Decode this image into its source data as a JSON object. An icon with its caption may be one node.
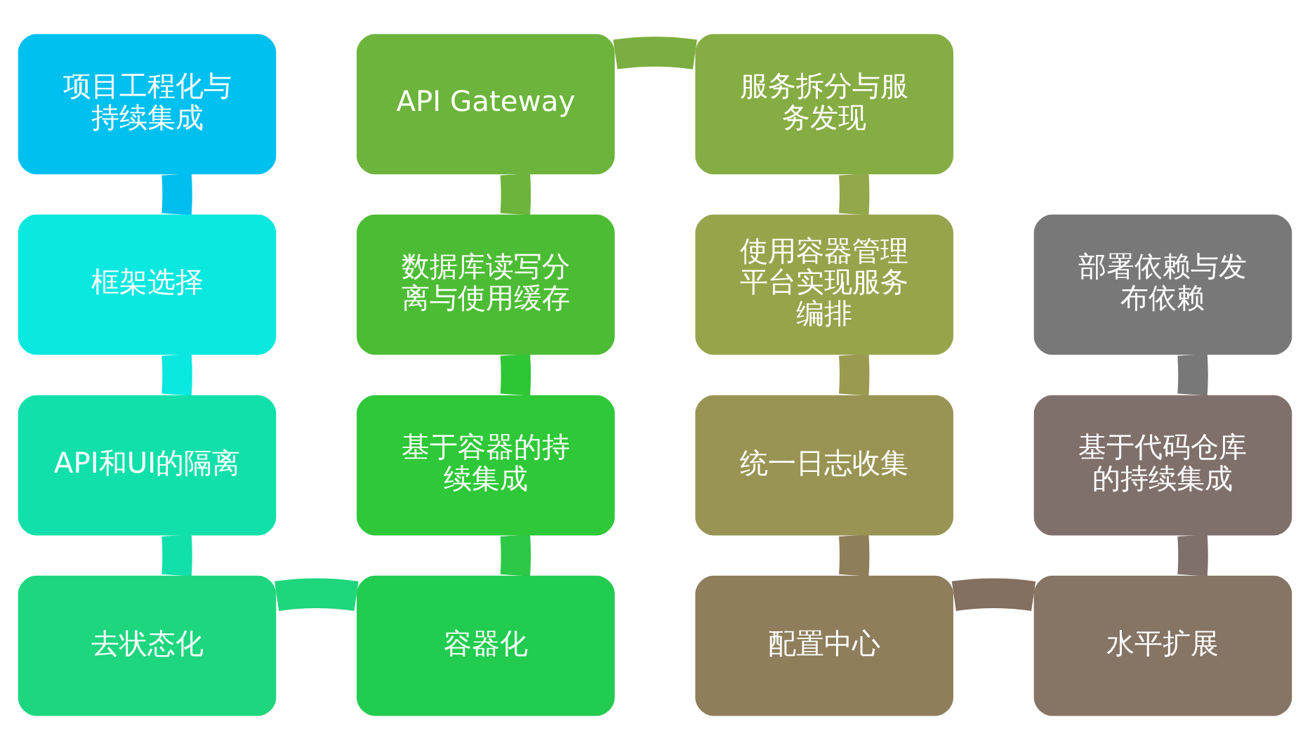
{
  "diagram": {
    "nodes": [
      {
        "text": [
          "项目工程化与持续集成"
        ]
      },
      {
        "text": [
          "框架选择"
        ]
      },
      {
        "text": [
          "API和UI的隔离"
        ]
      },
      {
        "text": [
          "去状态化"
        ]
      },
      {
        "text": [
          "容器化"
        ]
      },
      {
        "text": [
          "基于容器的持续集成"
        ]
      },
      {
        "text": [
          "数据库读写分离与使用缓存"
        ]
      },
      {
        "text": [
          "API Gateway"
        ]
      },
      {
        "text": [
          "服务拆分与服务发现"
        ]
      },
      {
        "text": [
          "使用容器管理平台实现服务编排"
        ]
      },
      {
        "text": [
          "统一日志收集"
        ]
      },
      {
        "text": [
          "配置中心"
        ]
      },
      {
        "text": [
          "水平扩展"
        ]
      },
      {
        "text": [
          "基于代码仓库的持续集成"
        ]
      },
      {
        "text": [
          "部署依赖与发布依赖"
        ]
      }
    ],
    "edges": [
      {
        "from": 0,
        "to": 1,
        "arrow": "none",
        "color": "#00bff0"
      },
      {
        "from": 1,
        "to": 2,
        "arrow": "none",
        "color": "#0ae8e0"
      },
      {
        "from": 2,
        "to": 3,
        "arrow": "none",
        "color": "#12e0aa"
      },
      {
        "from": 3,
        "to": 4,
        "arrow": "none",
        "color": "#1ed67c"
      },
      {
        "from": 4,
        "to": 5,
        "arrow": "none",
        "color": "#2cc846"
      },
      {
        "from": 5,
        "to": 6,
        "arrow": "none",
        "color": "#2ec634"
      },
      {
        "from": 6,
        "to": 7,
        "arrow": "none",
        "color": "#6cb43c"
      },
      {
        "from": 7,
        "to": 8,
        "arrow": "none",
        "color": "#7aae40"
      },
      {
        "from": 8,
        "to": 9,
        "arrow": "none",
        "color": "#92a84a"
      },
      {
        "from": 9,
        "to": 10,
        "arrow": "none",
        "color": "#9a9a50"
      },
      {
        "from": 10,
        "to": 11,
        "arrow": "none",
        "color": "#8e7e5a"
      },
      {
        "from": 11,
        "to": 12,
        "arrow": "none",
        "color": "#847060"
      },
      {
        "from": 12,
        "to": 13,
        "arrow": "none",
        "color": "#80706a"
      },
      {
        "from": 13,
        "to": 14,
        "arrow": "none",
        "color": "#787878"
      }
    ]
  }
}
